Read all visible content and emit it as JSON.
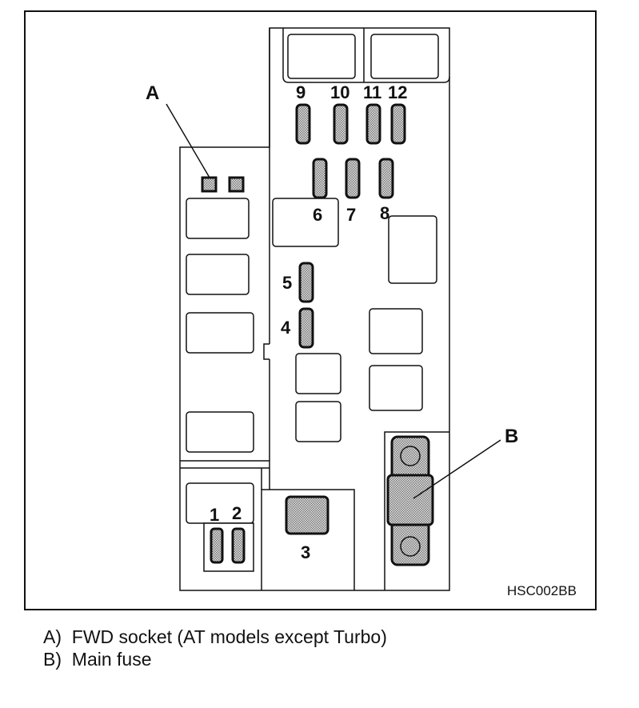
{
  "figure": {
    "code": "HSC002BB",
    "callouts": [
      {
        "id": "A",
        "label": "A"
      },
      {
        "id": "B",
        "label": "B"
      }
    ],
    "fuse_numbers": [
      "1",
      "2",
      "3",
      "4",
      "5",
      "6",
      "7",
      "8",
      "9",
      "10",
      "11",
      "12"
    ],
    "colors": {
      "line": "#111111",
      "fill_pattern": "#bdbdbd",
      "background": "#ffffff"
    }
  },
  "legend": [
    {
      "key": "A)",
      "text": "FWD socket (AT models except Turbo)"
    },
    {
      "key": "B)",
      "text": "Main fuse"
    }
  ],
  "legend_lines": [
    "A)  FWD socket (AT models except Turbo)",
    "B)  Main fuse"
  ]
}
